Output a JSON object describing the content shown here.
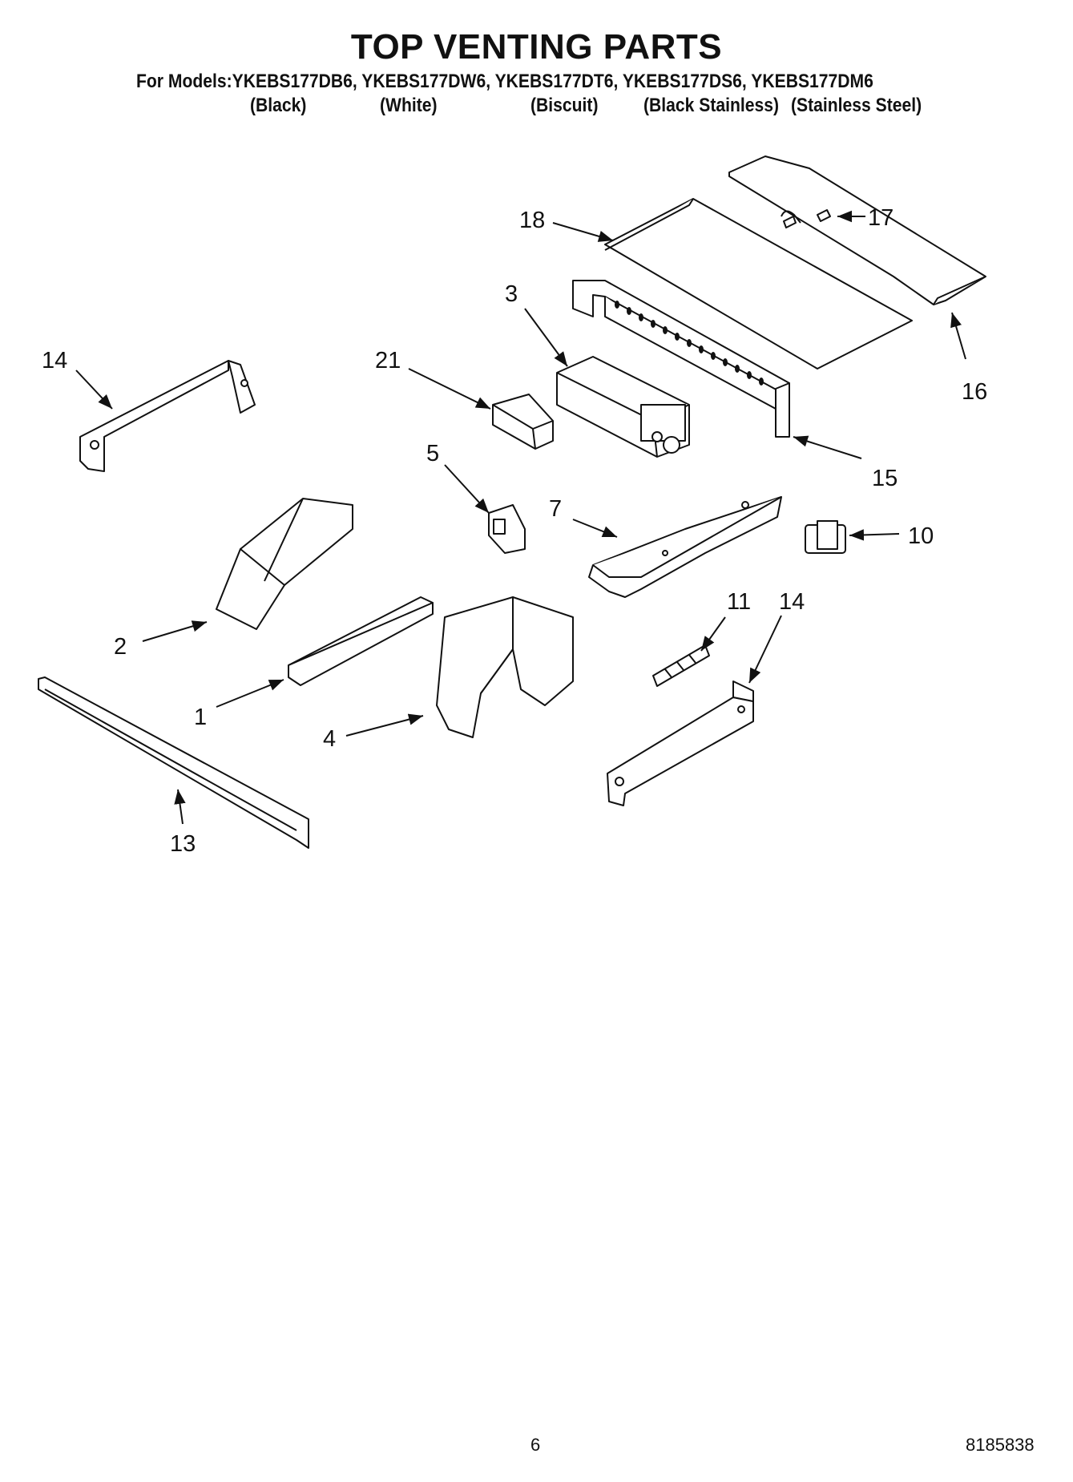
{
  "header": {
    "title": "TOP VENTING PARTS",
    "models_line": "For Models:YKEBS177DB6, YKEBS177DW6, YKEBS177DT6, YKEBS177DS6, YKEBS177DM6",
    "colors": [
      "(Black)",
      "(White)",
      "(Biscuit)",
      "(Black Stainless)",
      "(Stainless Steel)"
    ]
  },
  "callouts": {
    "c18": "18",
    "c17": "17",
    "c3": "3",
    "c16": "16",
    "c14a": "14",
    "c21": "21",
    "c15": "15",
    "c5": "5",
    "c7": "7",
    "c10": "10",
    "c11": "11",
    "c14b": "14",
    "c2": "2",
    "c1": "1",
    "c4": "4",
    "c13": "13"
  },
  "footer": {
    "page_number": "6",
    "doc_number": "8185838"
  }
}
